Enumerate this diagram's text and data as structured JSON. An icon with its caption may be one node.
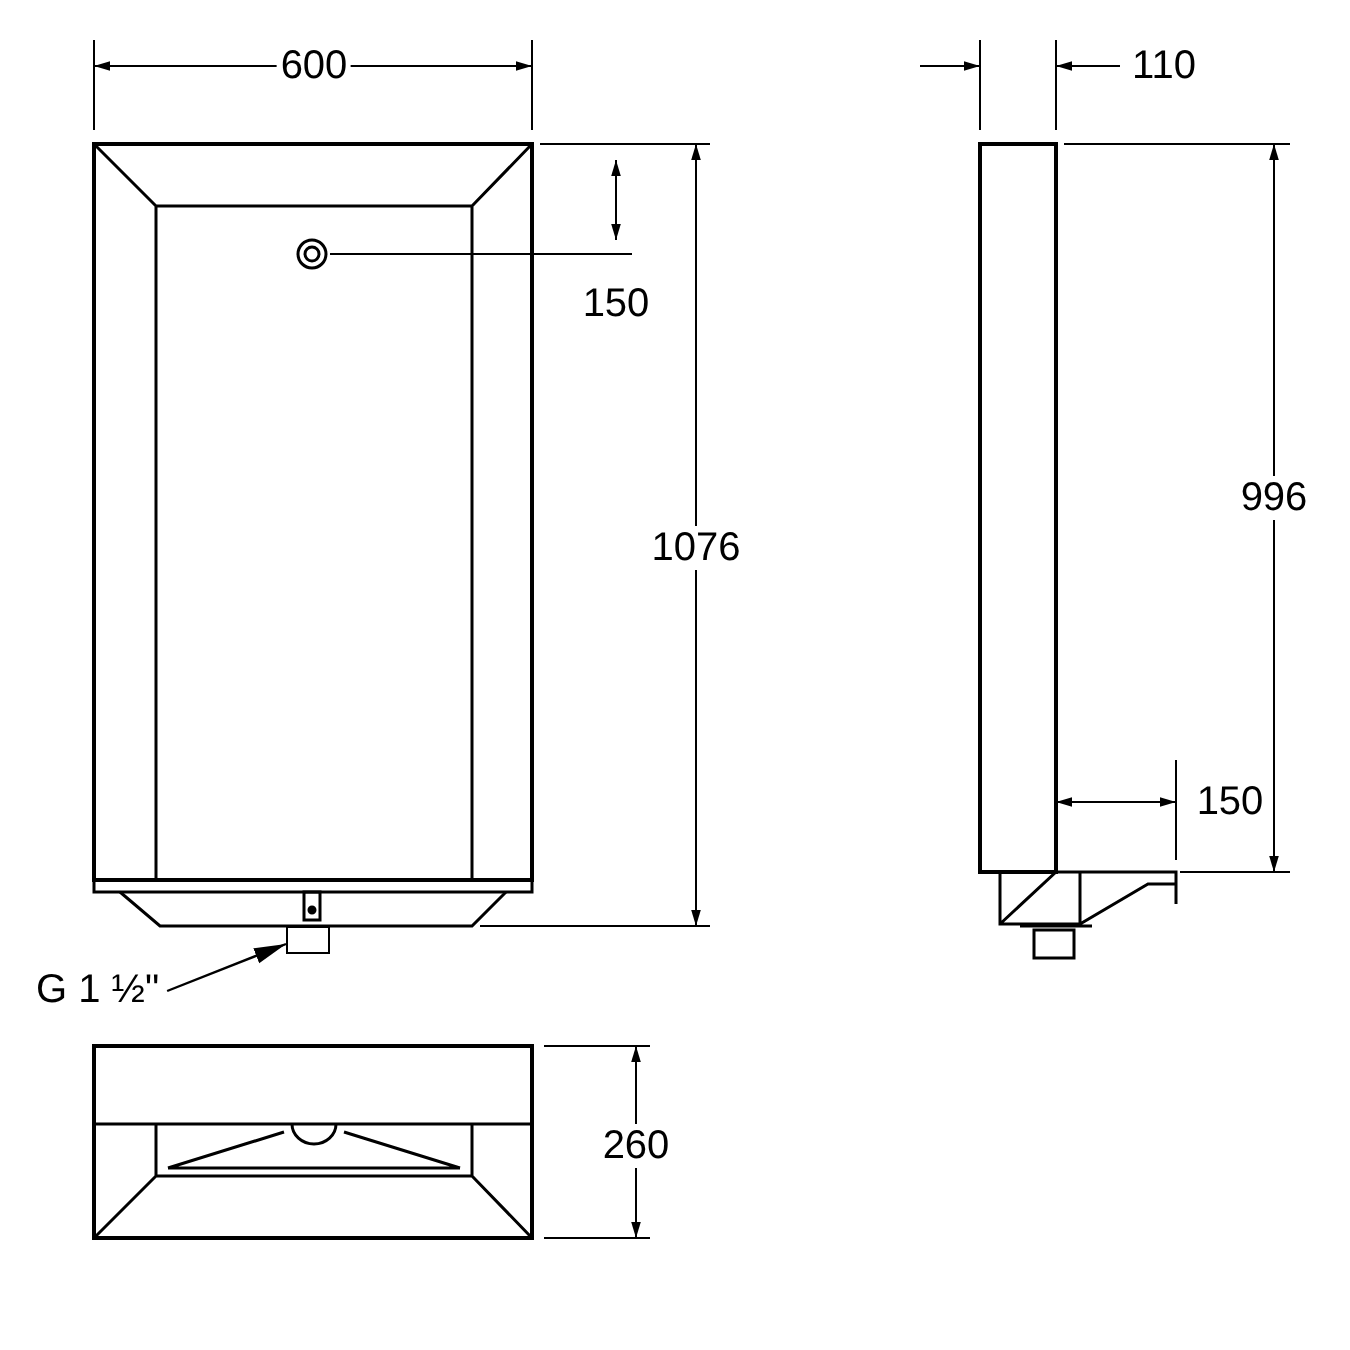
{
  "diagram": {
    "nodes": [
      {
        "text": [
          "G 1 ½\""
        ]
      },
      {
        "text": [],
        "shape": "box"
      }
    ],
    "edges": [
      {
        "from": 0,
        "to": 1,
        "arrow": "to"
      }
    ],
    "labels": [
      "600",
      "150",
      "1076",
      "110",
      "996",
      "150",
      "260"
    ]
  }
}
